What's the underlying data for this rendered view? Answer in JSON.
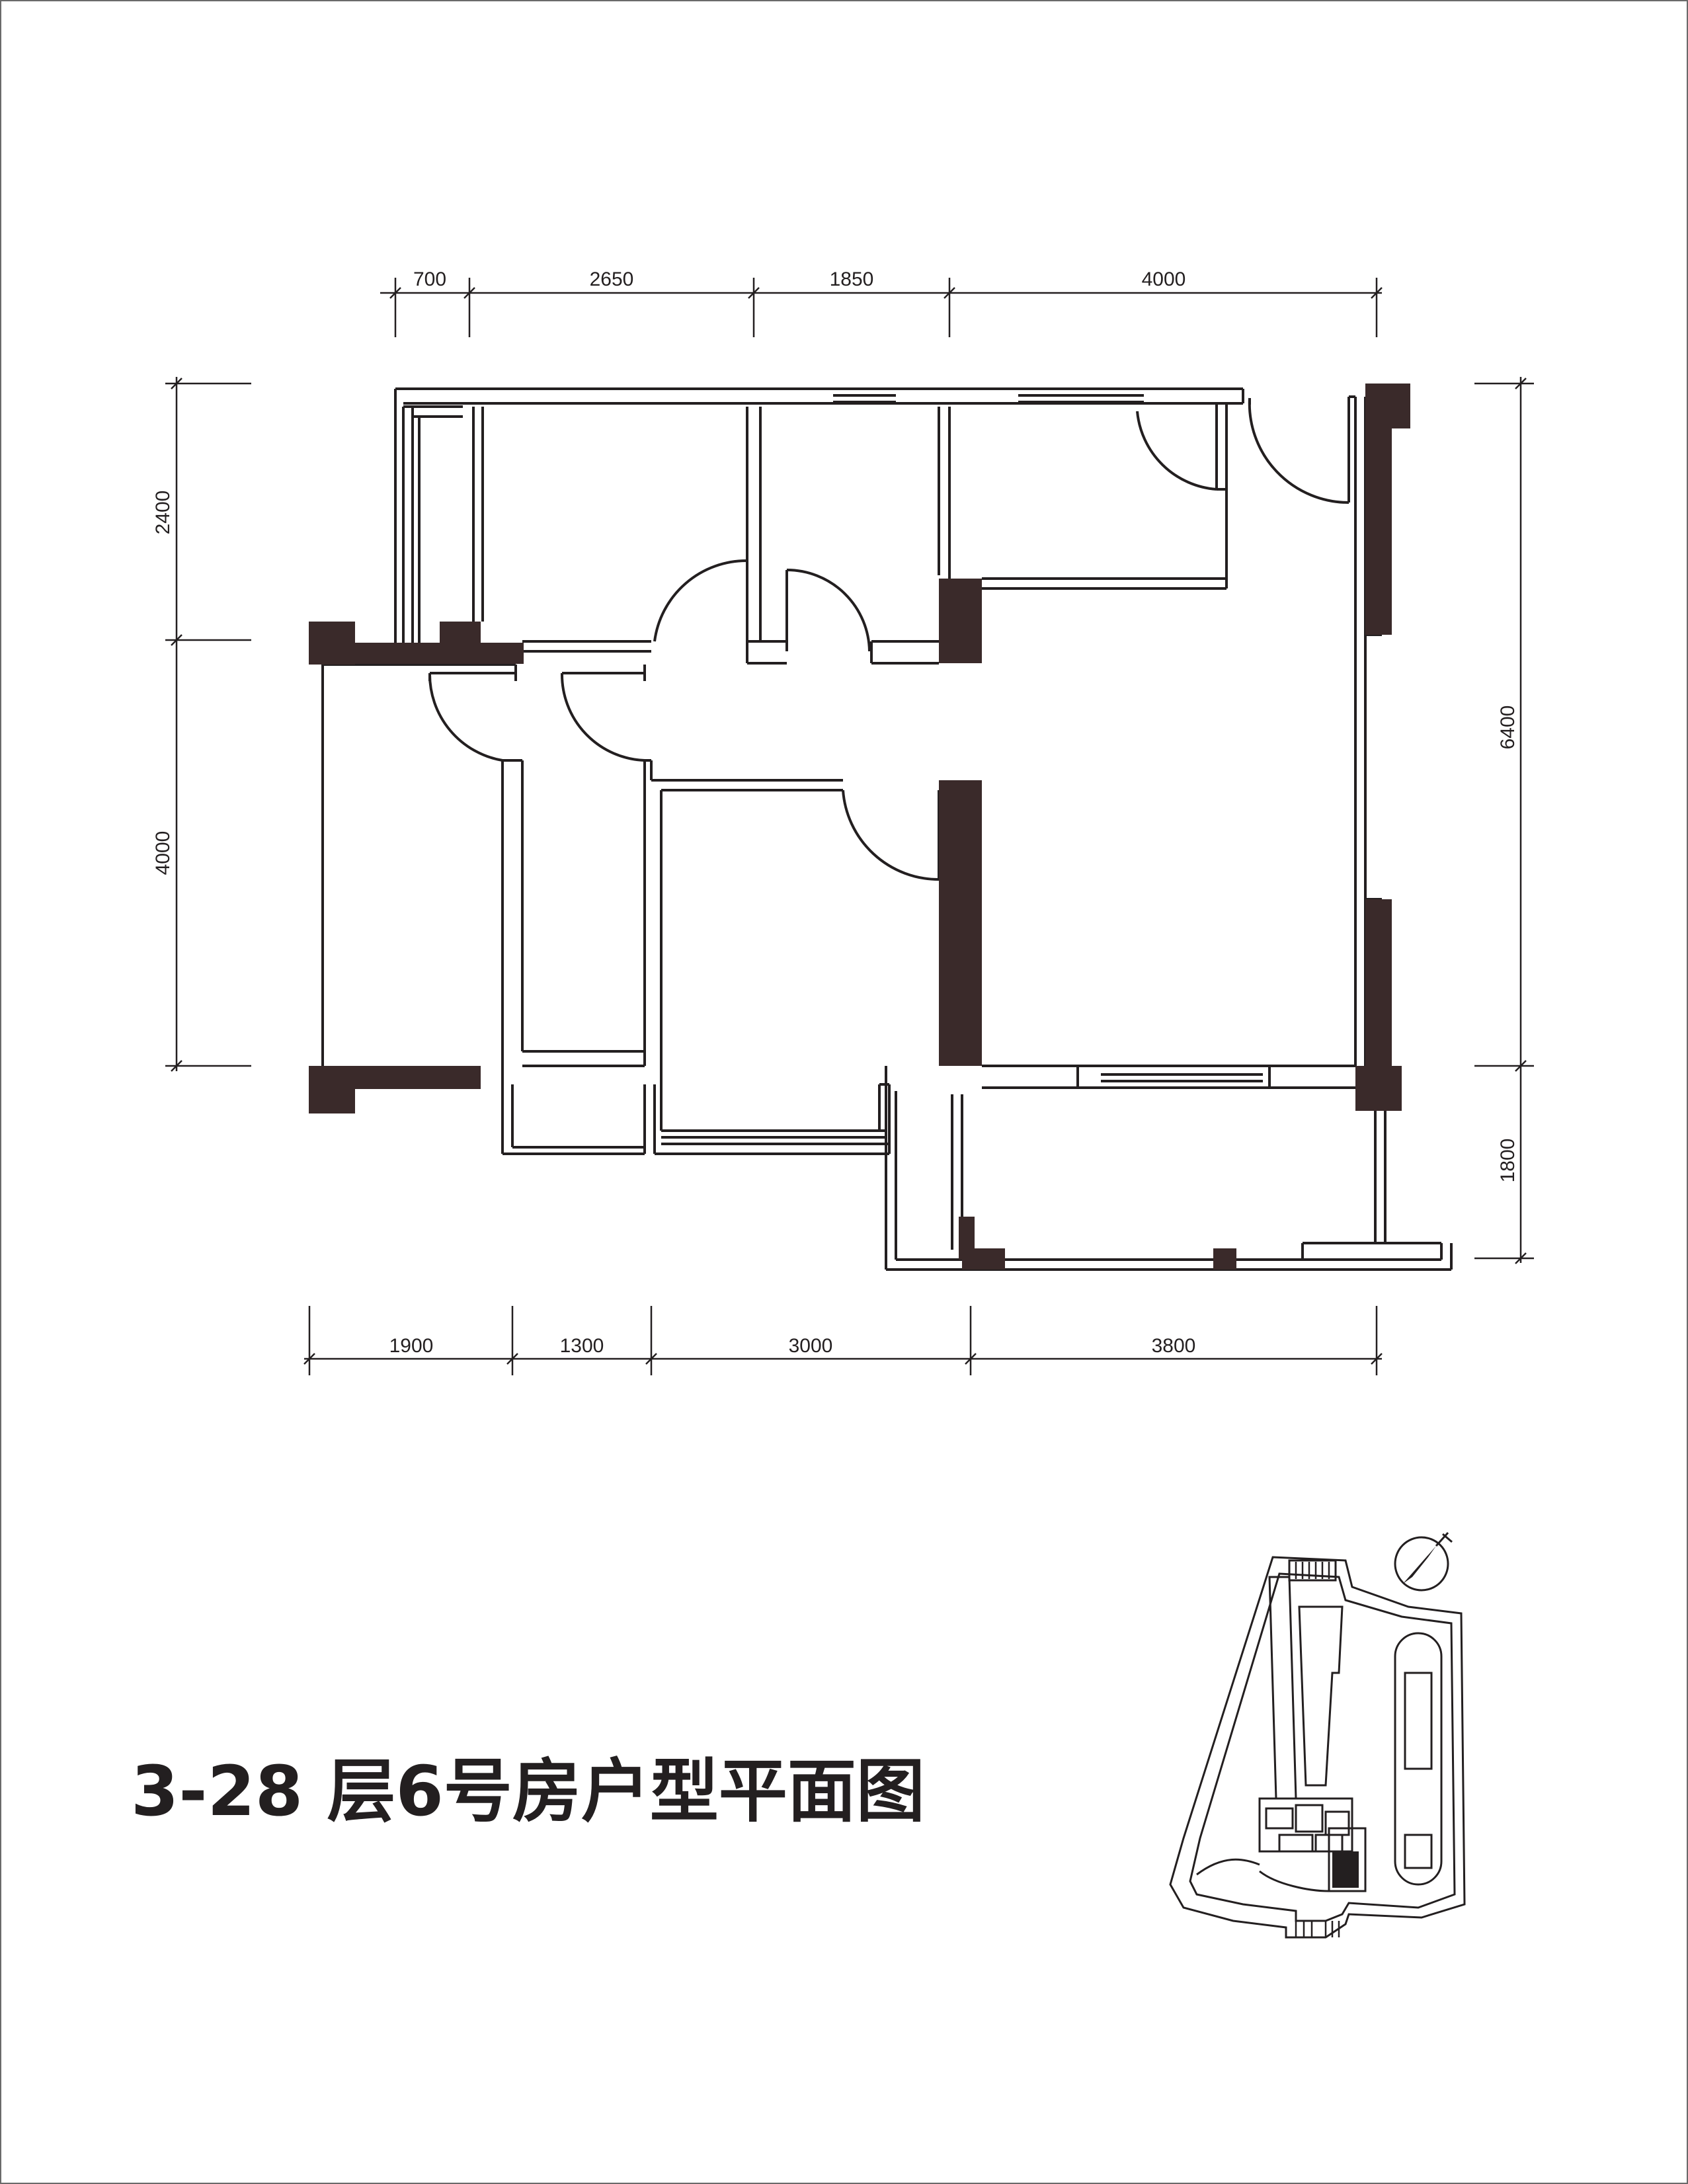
{
  "title": "3-28 层6号房户型平面图",
  "dims": {
    "top": [
      "700",
      "2650",
      "1850",
      "4000"
    ],
    "bottom": [
      "1900",
      "1300",
      "3000",
      "3800"
    ],
    "left": [
      "2400",
      "4000"
    ],
    "right": [
      "6400",
      "1800"
    ]
  },
  "colors": {
    "wall": "#3a2a2a",
    "line": "#231f20",
    "border": "#6a6a6a"
  },
  "icons": {
    "north_arrow": "north-arrow-icon"
  }
}
